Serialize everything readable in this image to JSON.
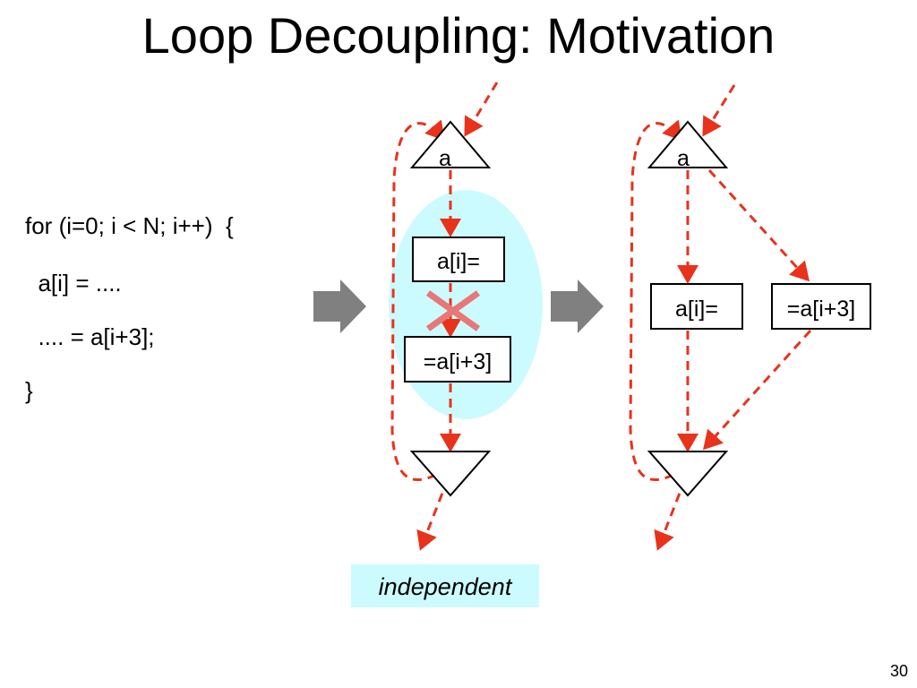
{
  "slide": {
    "title": "Loop Decoupling: Motivation",
    "page_number": "30"
  },
  "code": {
    "lines": [
      "for (i=0; i < N; i++)  {",
      "  a[i] = ....",
      "  .... = a[i+3];",
      "}"
    ]
  },
  "left_diagram": {
    "top_label": "a",
    "write_box": "a[i]=",
    "read_box": "=a[i+3]",
    "caption": "independent"
  },
  "right_diagram": {
    "top_label": "a",
    "write_box": "a[i]=",
    "read_box": "=a[i+3]"
  },
  "colors": {
    "arrow_red": "#e8321c",
    "highlight_cyan": "#ccfbff",
    "cross_pink": "#e87878",
    "block_arrow_gray": "#808080"
  }
}
